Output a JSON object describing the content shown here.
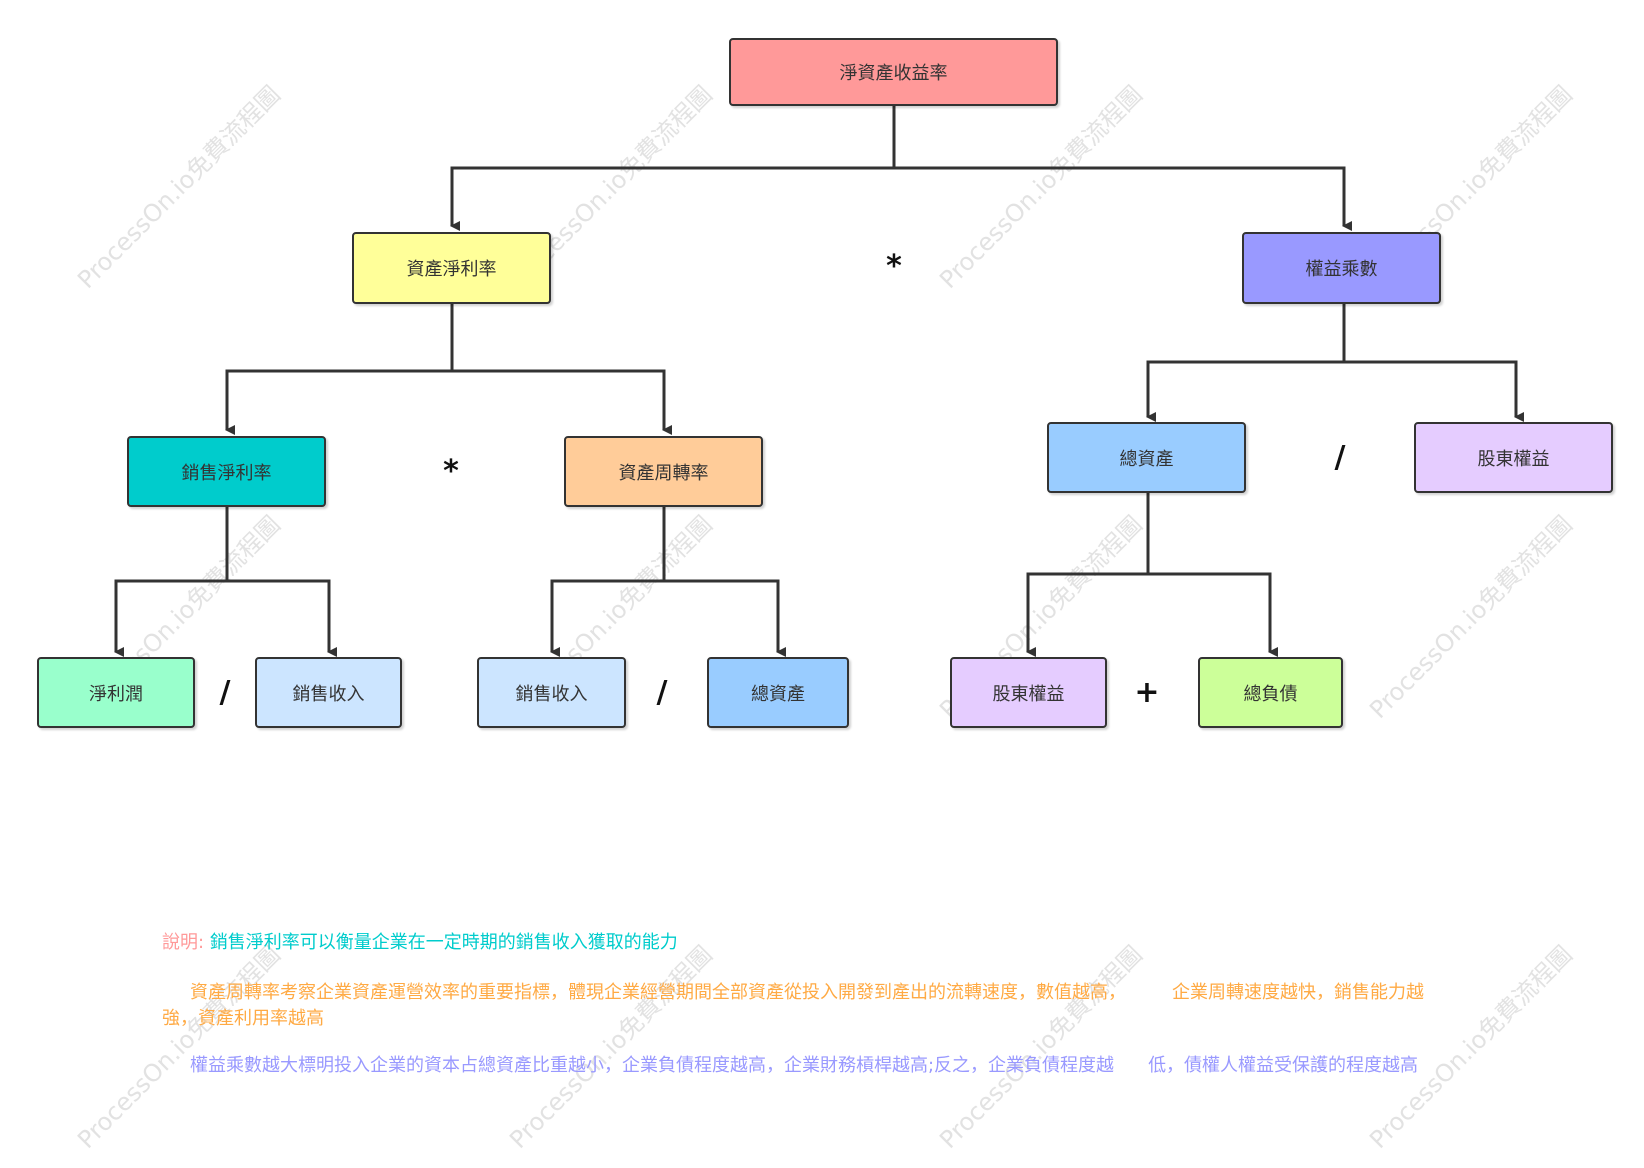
{
  "nodes": {
    "roe": {
      "label": "淨資產收益率",
      "color": "#ff9999"
    },
    "roa": {
      "label": "資產淨利率",
      "color": "#ffff99"
    },
    "equity_multiplier": {
      "label": "權益乘數",
      "color": "#9999ff"
    },
    "net_profit_margin": {
      "label": "銷售淨利率",
      "color": "#00cccc"
    },
    "asset_turnover": {
      "label": "資產周轉率",
      "color": "#ffcc99"
    },
    "total_assets_top": {
      "label": "總資產",
      "color": "#99ccff"
    },
    "equity_top": {
      "label": "股東權益",
      "color": "#e5ccff"
    },
    "net_profit": {
      "label": "淨利潤",
      "color": "#99ffcc"
    },
    "sales_1": {
      "label": "銷售收入",
      "color": "#cce5ff"
    },
    "sales_2": {
      "label": "銷售收入",
      "color": "#cce5ff"
    },
    "total_assets_bottom": {
      "label": "總資產",
      "color": "#99ccff"
    },
    "equity_bottom": {
      "label": "股東權益",
      "color": "#e5ccff"
    },
    "total_liabilities": {
      "label": "總負債",
      "color": "#ccff99"
    }
  },
  "operators": {
    "roa_times_em": "*",
    "npm_times_at": "*",
    "assets_div_equity": "/",
    "profit_div_sales": "/",
    "sales_div_assets": "/",
    "equity_plus_liabilities": "+"
  },
  "notes": {
    "label": "說明:",
    "line1": "銷售淨利率可以衡量企業在一定時期的銷售收入獲取的能力",
    "line2a": "資產周轉率考察企業資產運營效率的重要指標，體現企業經營期間全部資產從投入開發到產出的流轉速度，數值越高，",
    "line2b": "企業周轉速度越快，銷售能力越",
    "line2c": "強，資產利用率越高",
    "line3a": "權益乘數越大標明投入企業的資本占總資產比重越小，企業負債程度越高，企業財務槓桿越高;反之，企業負債程度越",
    "line3b": "低，債權人權益受保護的程度越高"
  },
  "watermark": "ProcessOn.io免費流程圖",
  "colors": {
    "note_label": "#ff9999",
    "note1": "#00cccc",
    "note2": "#ffaa44",
    "note3": "#9999ff",
    "line": "#333333"
  }
}
